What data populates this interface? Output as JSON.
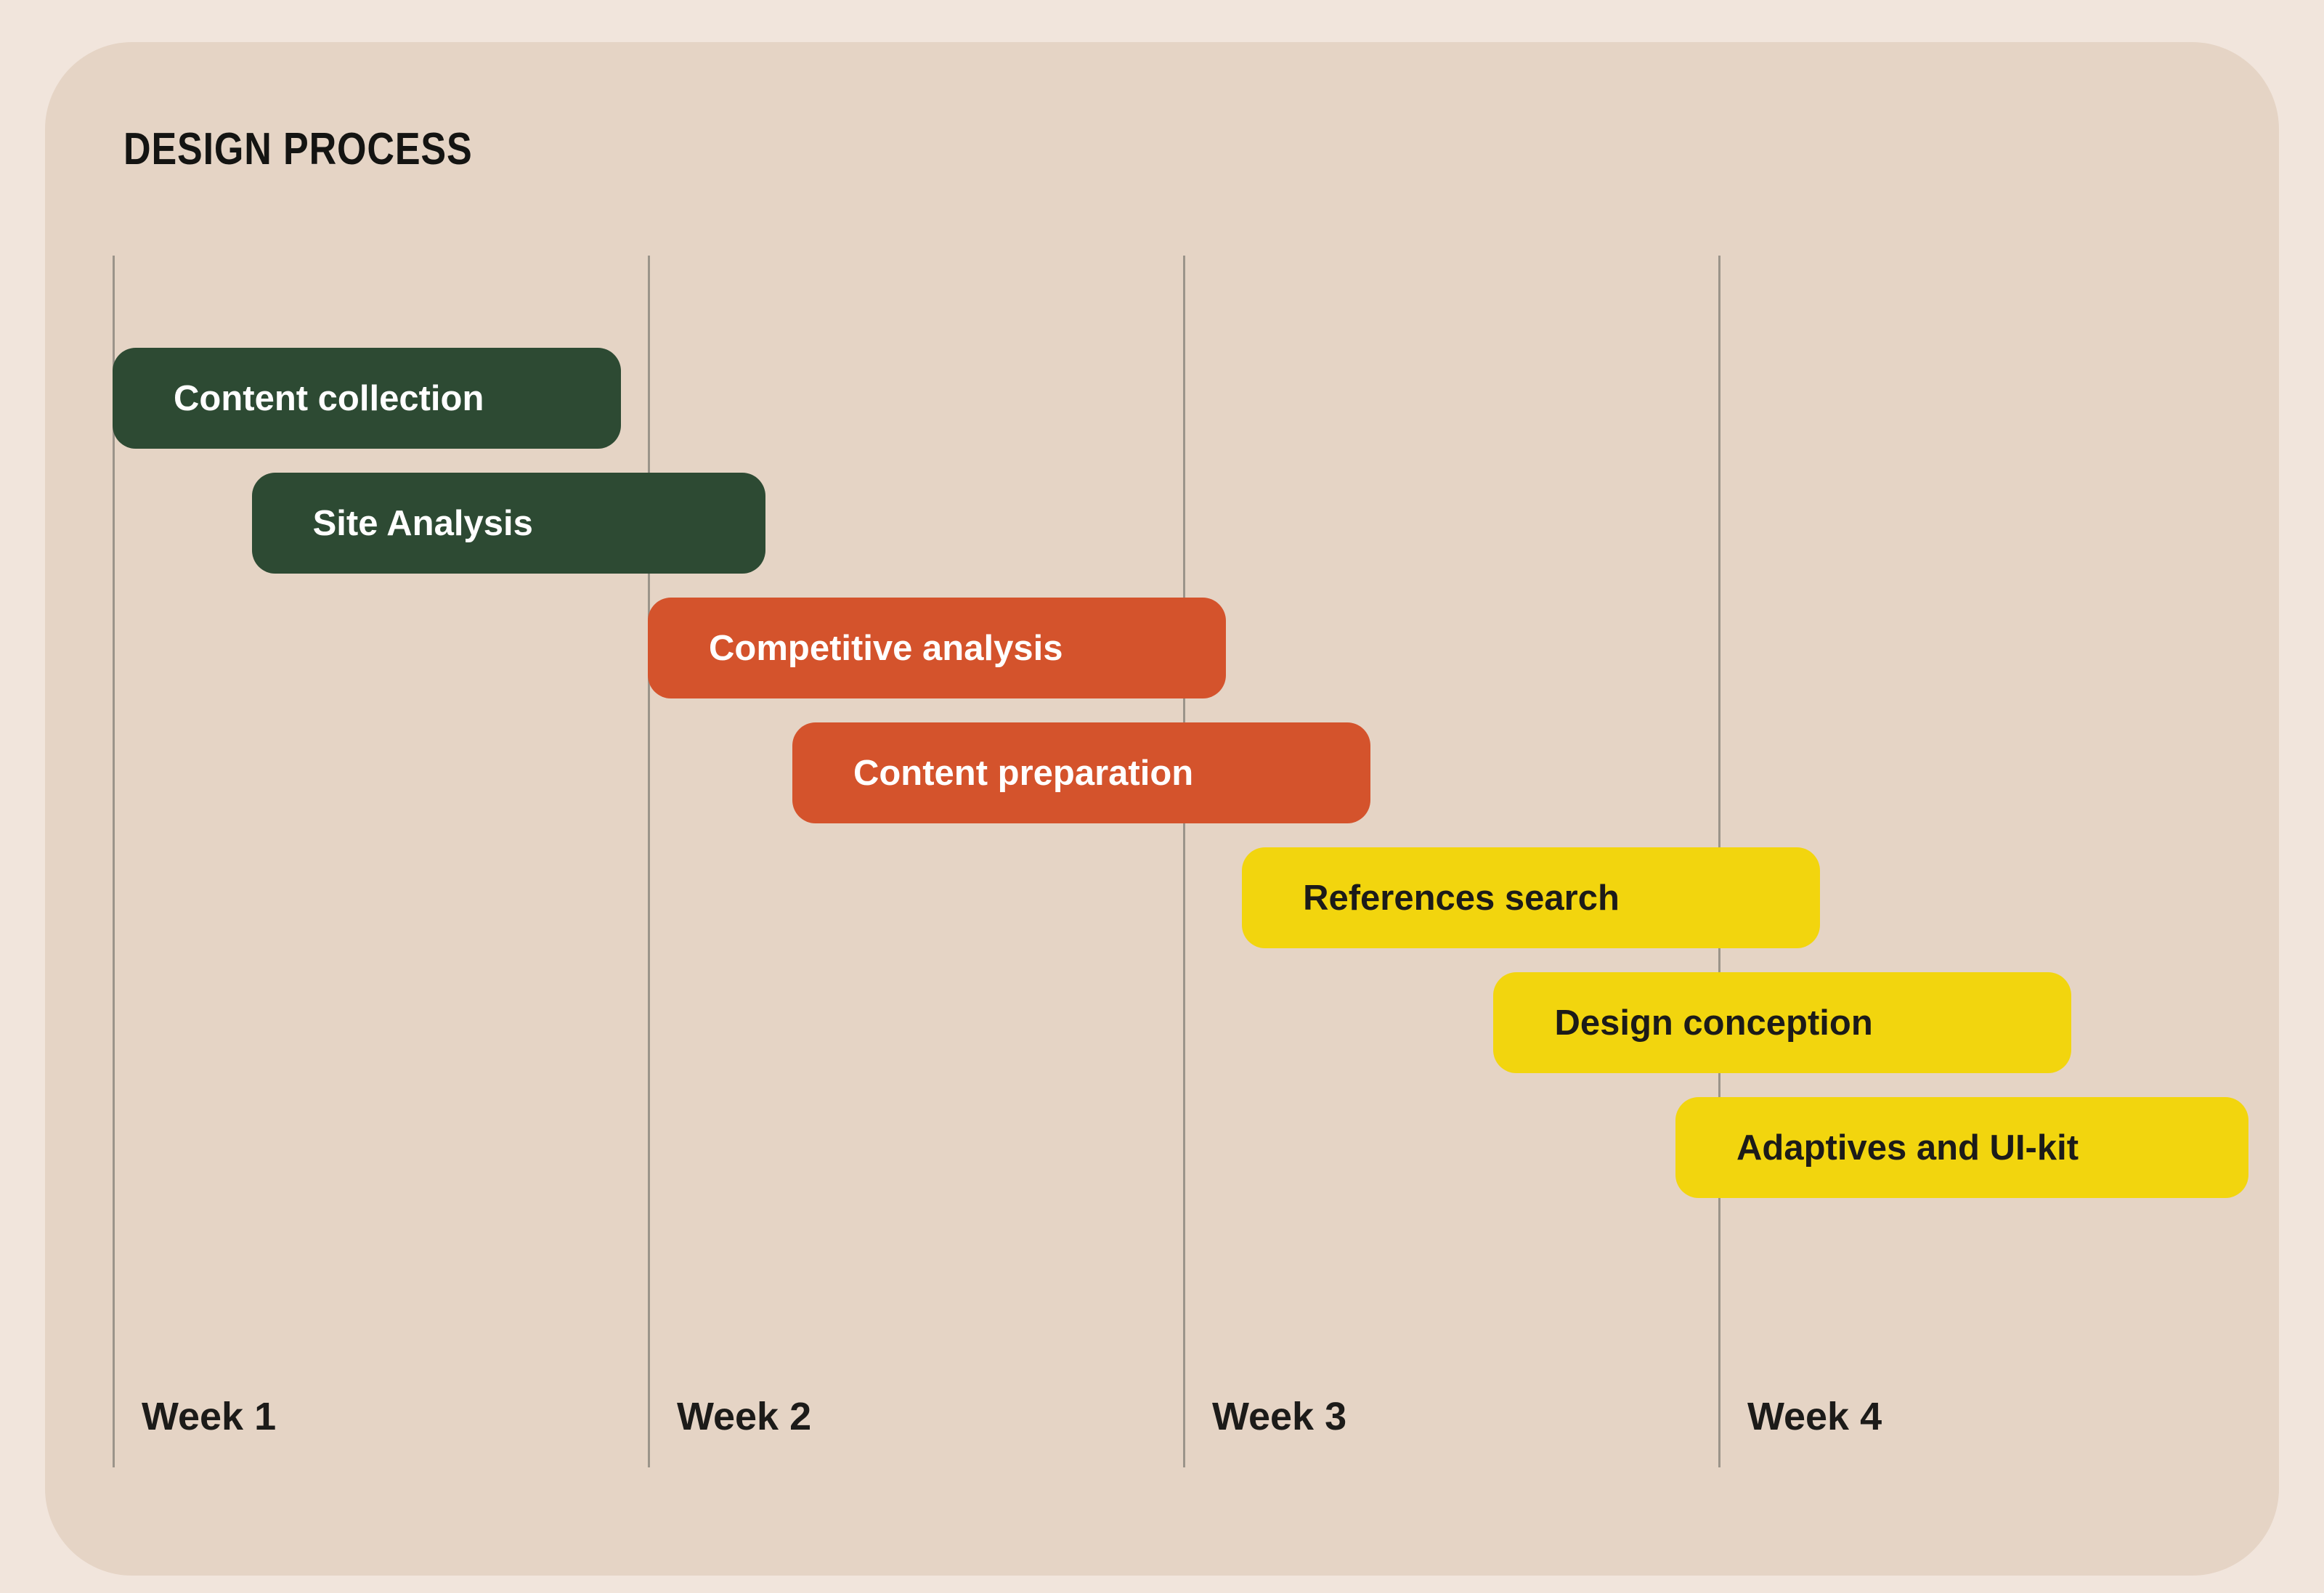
{
  "title": "DESIGN PROCESS",
  "weeks": [
    "Week 1",
    "Week 2",
    "Week 3",
    "Week 4"
  ],
  "colors": {
    "background": "#f1e5dc",
    "card": "#e5d4c5",
    "gridline": "#9b948a",
    "text_dark": "#1c1b19",
    "text_on_dark": "#ffffff",
    "green": "#2d4a33",
    "orange": "#d4532c",
    "yellow": "#f2d50e"
  },
  "chart_data": {
    "type": "bar",
    "subtype": "gantt",
    "title": "DESIGN PROCESS",
    "xlabel": "",
    "ylabel": "",
    "x_axis": {
      "unit": "weeks",
      "tick_labels": [
        "Week 1",
        "Week 2",
        "Week 3",
        "Week 4"
      ],
      "range": [
        1,
        5
      ],
      "grid": true
    },
    "legend": "none",
    "tasks": [
      {
        "label": "Content collection",
        "start_week": 1.0,
        "end_week": 1.95,
        "row": 0,
        "color": "green"
      },
      {
        "label": "Site Analysis",
        "start_week": 1.26,
        "end_week": 2.22,
        "row": 1,
        "color": "green"
      },
      {
        "label": "Competitive analysis",
        "start_week": 2.0,
        "end_week": 3.08,
        "row": 2,
        "color": "orange"
      },
      {
        "label": "Content preparation",
        "start_week": 2.27,
        "end_week": 3.35,
        "row": 3,
        "color": "orange"
      },
      {
        "label": "References search",
        "start_week": 3.11,
        "end_week": 4.19,
        "row": 4,
        "color": "yellow"
      },
      {
        "label": "Design conception",
        "start_week": 3.58,
        "end_week": 4.66,
        "row": 5,
        "color": "yellow"
      },
      {
        "label": "Adaptives and UI-kit",
        "start_week": 3.92,
        "end_week": 4.99,
        "row": 6,
        "color": "yellow"
      }
    ]
  }
}
